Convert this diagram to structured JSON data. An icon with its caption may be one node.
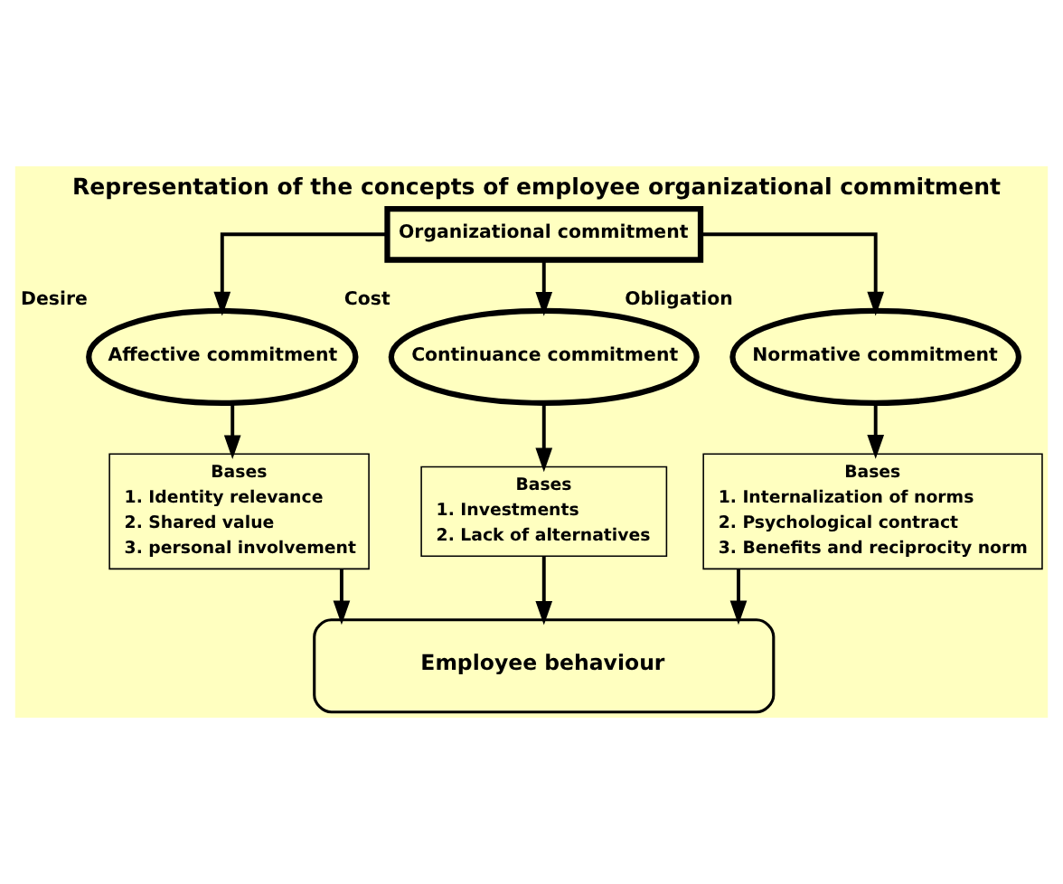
{
  "diagram": {
    "title": "Representation of the concepts of employee organizational commitment",
    "nodes": [
      {
        "text": [
          "Organizational commitment"
        ]
      },
      {
        "text": [
          "Affective commitment"
        ],
        "beside": [
          "Desire"
        ]
      },
      {
        "text": [
          "Continuance commitment"
        ],
        "beside": [
          "Cost"
        ]
      },
      {
        "text": [
          "Normative commitment"
        ],
        "beside": [
          "Obligation"
        ]
      },
      {
        "text": [
          "Bases",
          "1. Identity relevance",
          "2. Shared value",
          "3. personal involvement"
        ]
      },
      {
        "text": [
          "Bases",
          "1. Investments",
          "2. Lack of alternatives"
        ]
      },
      {
        "text": [
          "Bases",
          "1. Internalization of norms",
          "2. Psychological contract",
          "3. Benefits and reciprocity norm"
        ]
      },
      {
        "text": [
          "Employee behaviour"
        ]
      }
    ],
    "edges": [
      {
        "from": 0,
        "to": 1,
        "arrow": "to"
      },
      {
        "from": 0,
        "to": 2,
        "arrow": "to"
      },
      {
        "from": 0,
        "to": 3,
        "arrow": "to"
      },
      {
        "from": 1,
        "to": 4,
        "arrow": "to"
      },
      {
        "from": 2,
        "to": 5,
        "arrow": "to"
      },
      {
        "from": 3,
        "to": 6,
        "arrow": "to"
      },
      {
        "from": 4,
        "to": 7,
        "arrow": "to"
      },
      {
        "from": 5,
        "to": 7,
        "arrow": "to"
      },
      {
        "from": 6,
        "to": 7,
        "arrow": "to"
      }
    ]
  }
}
